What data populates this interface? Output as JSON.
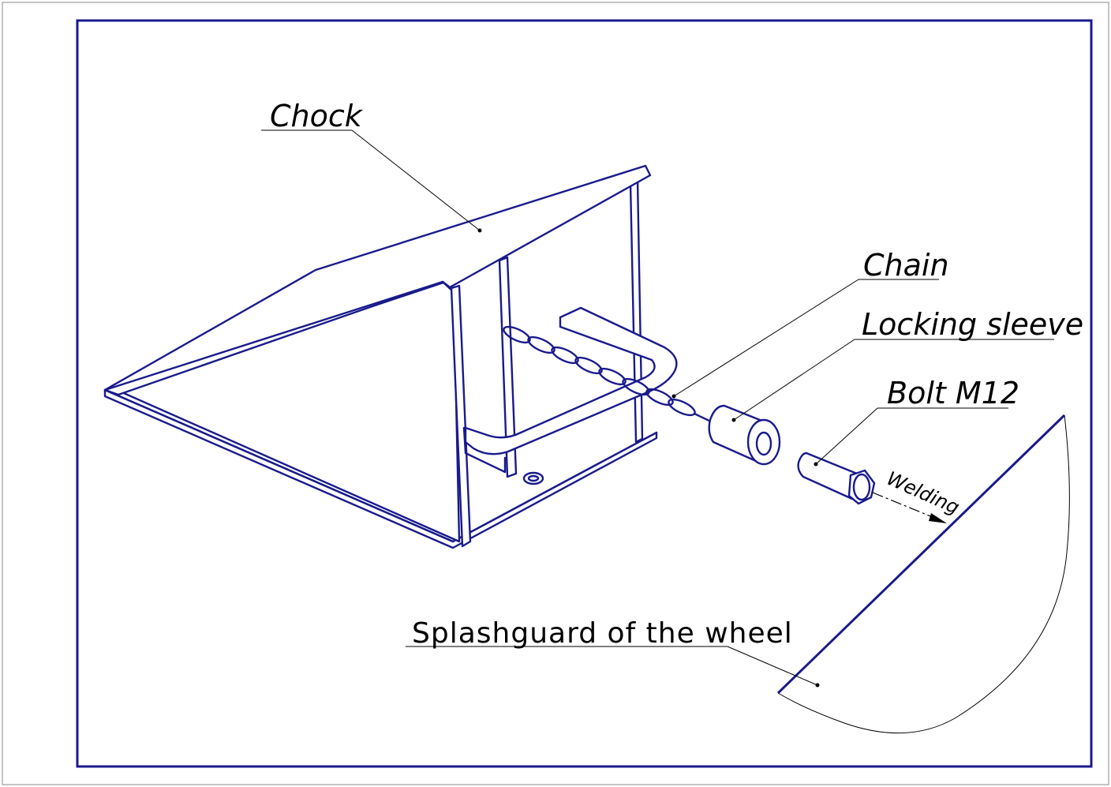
{
  "labels": {
    "chock": "Chock",
    "chain": "Chain",
    "locking_sleeve": "Locking sleeve",
    "bolt": "Bolt M12",
    "welding": "Welding",
    "splashguard": "Splashguard of the wheel"
  },
  "colors": {
    "part_stroke": "#1a1a8c",
    "leader": "#000000",
    "frame": "#1a1a8c"
  }
}
